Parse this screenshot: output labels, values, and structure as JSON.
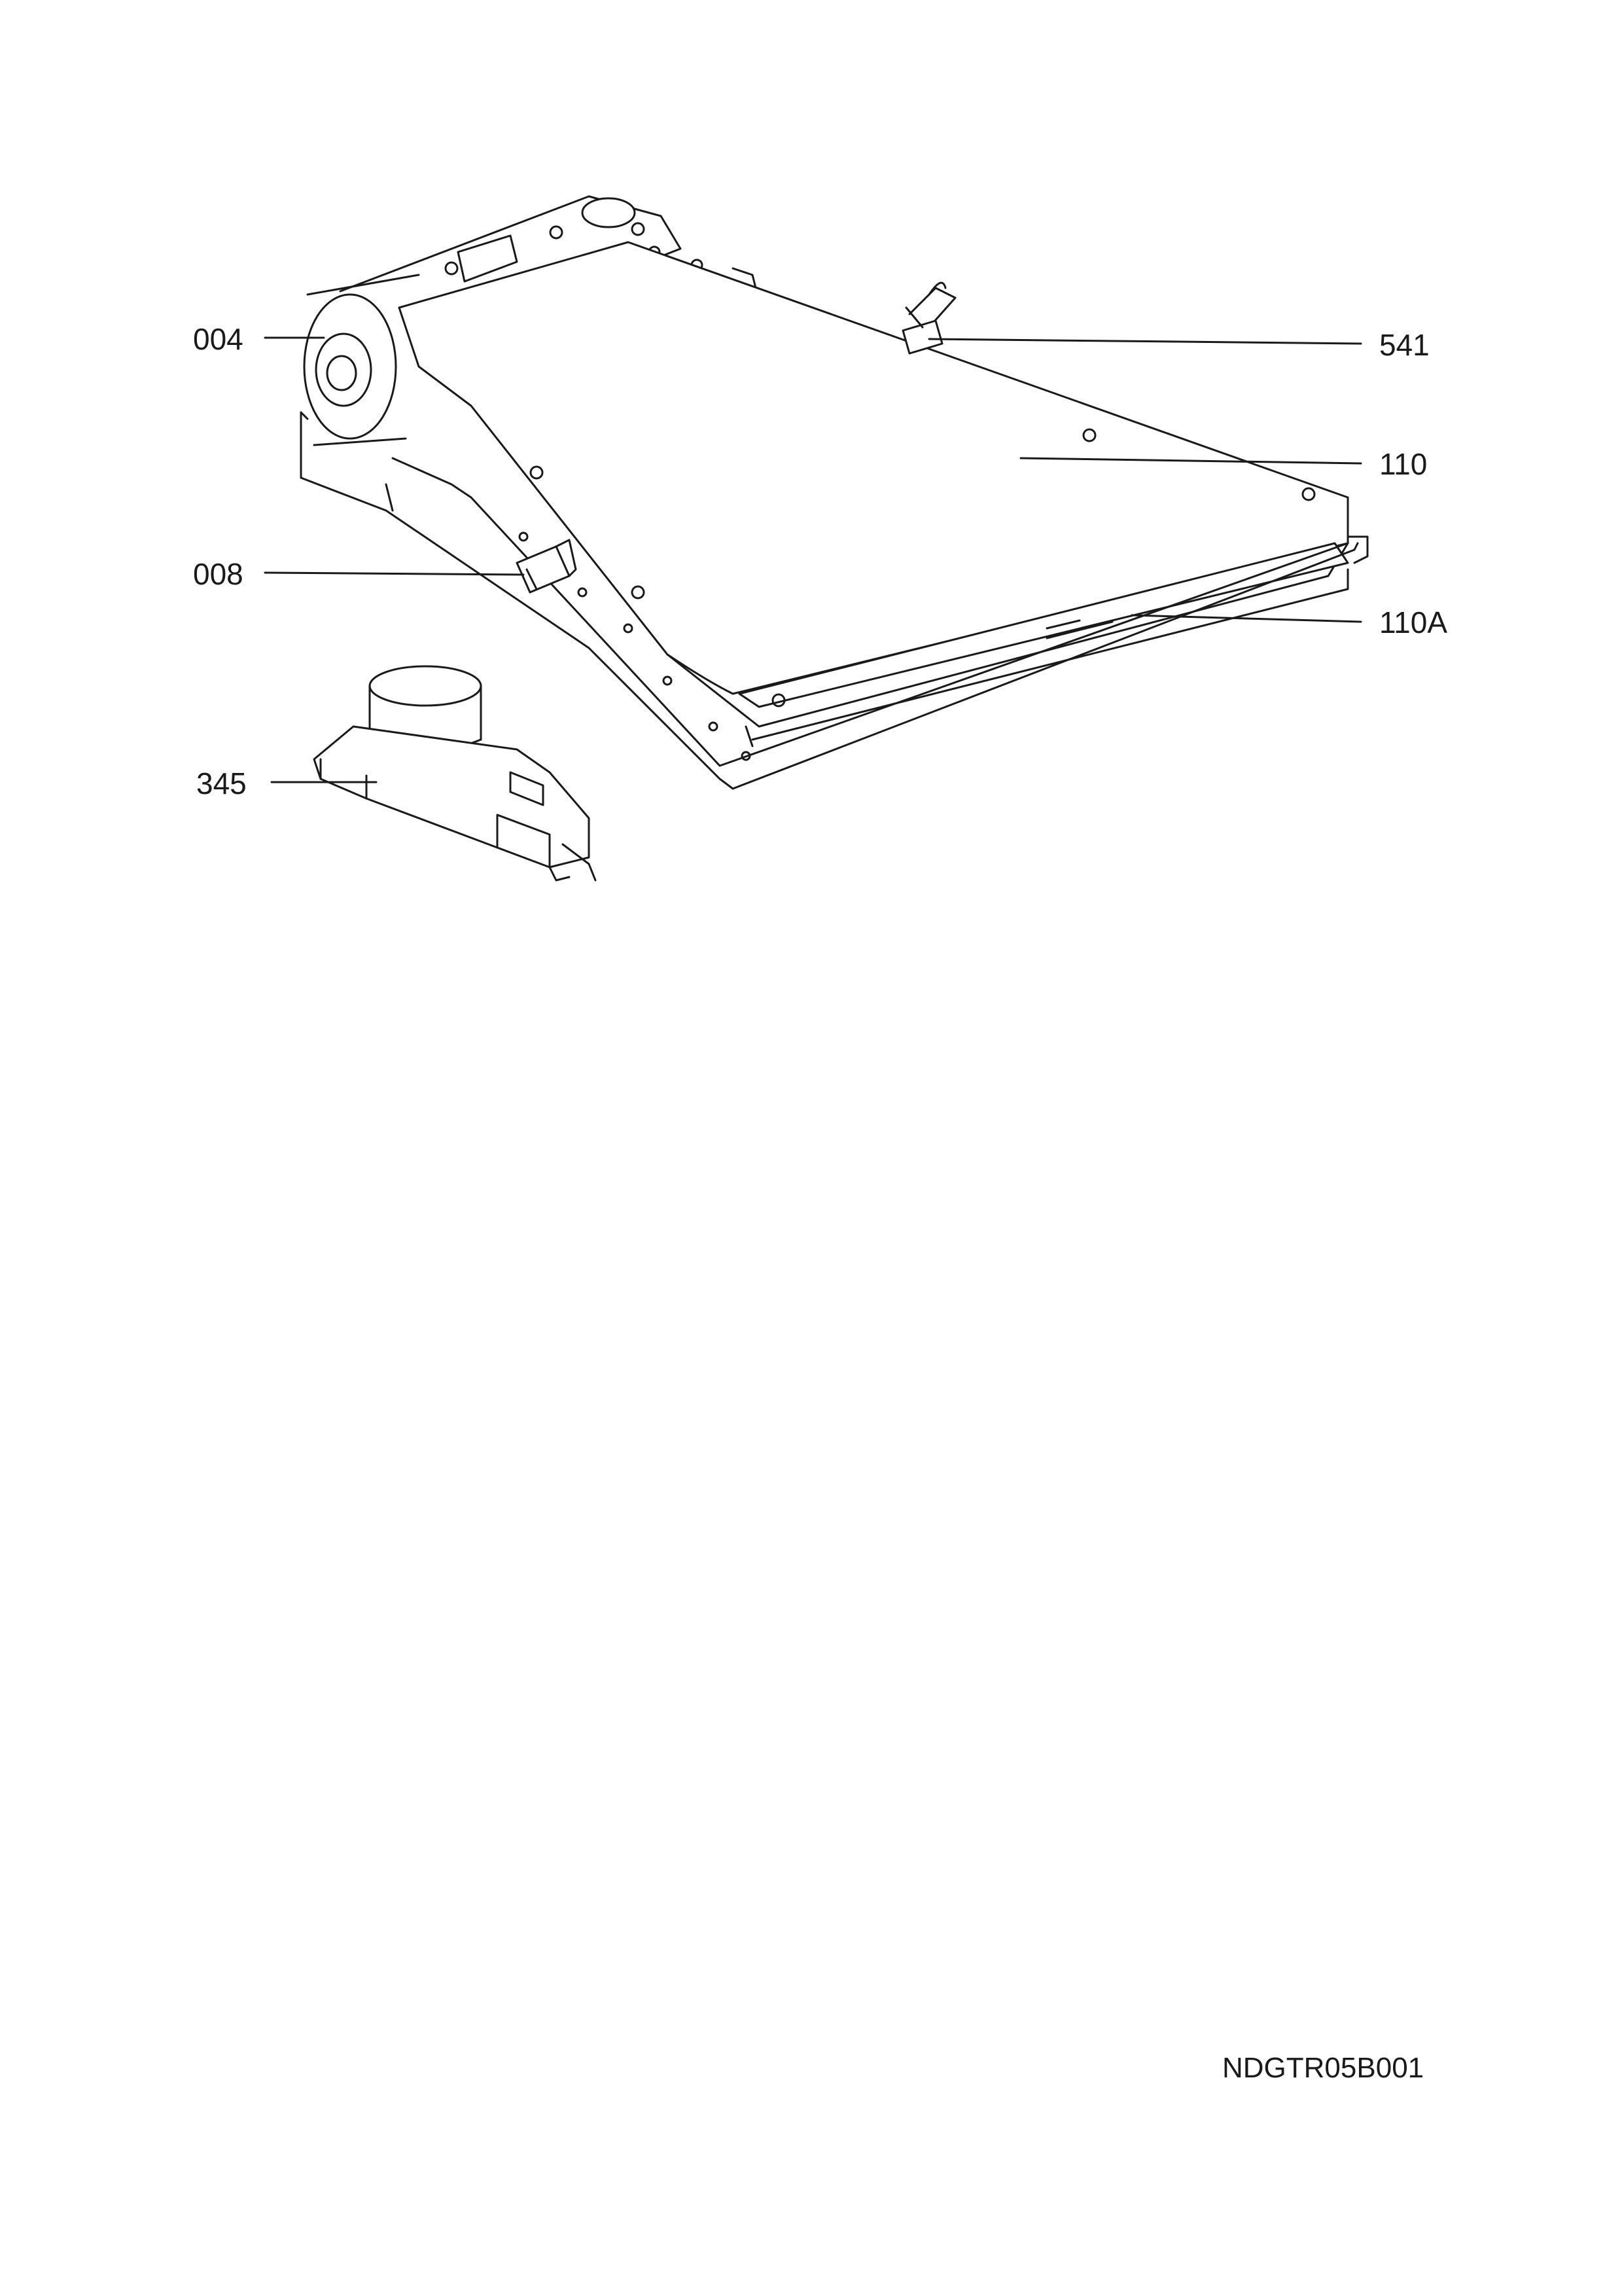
{
  "callouts": {
    "c004": "004",
    "c541": "541",
    "c110": "110",
    "c008": "008",
    "c110a": "110A",
    "c345": "345"
  },
  "drawing_code": "NDGTR05B001"
}
